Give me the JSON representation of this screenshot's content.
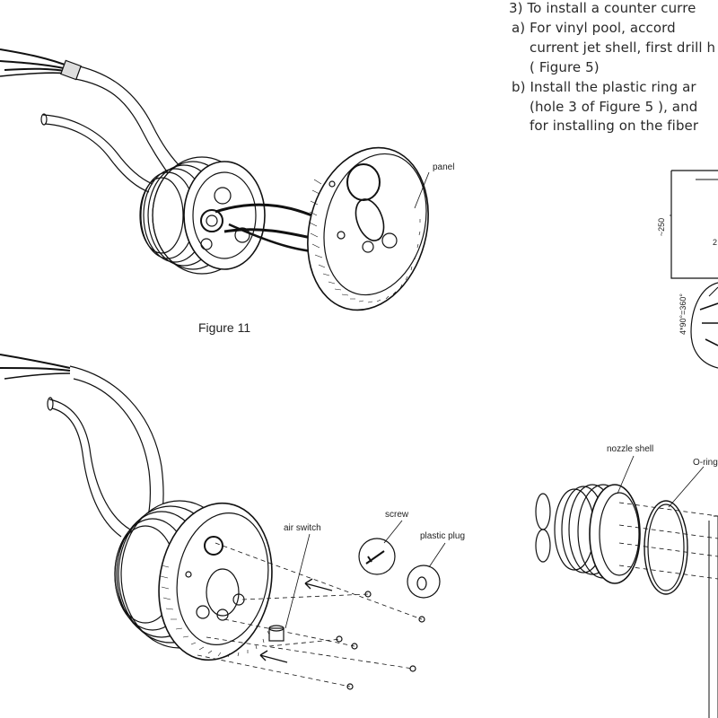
{
  "instructions": {
    "line1": "3) To install a counter curre",
    "line2": "a)  For  vinyl  pool,  accord",
    "line3": "current jet shell, first drill h",
    "line4": "( Figure 5)",
    "line5": "b) Install the plastic ring ar",
    "line6": "(hole 3 of Figure 5 ), and",
    "line7": "for installing on the fiber"
  },
  "figure11": {
    "caption": "Figure 11",
    "panel_label": "panel"
  },
  "figure_bottom": {
    "air_switch_label": "air switch",
    "screw_label": "screw",
    "plastic_plug_label": "plastic plug"
  },
  "right_figure": {
    "nozzle_shell_label": "nozzle shell",
    "o_ring_label": "O-ring",
    "dim_250": "~250",
    "dim_angle": "4*90°=360°",
    "dim_small": "2"
  }
}
